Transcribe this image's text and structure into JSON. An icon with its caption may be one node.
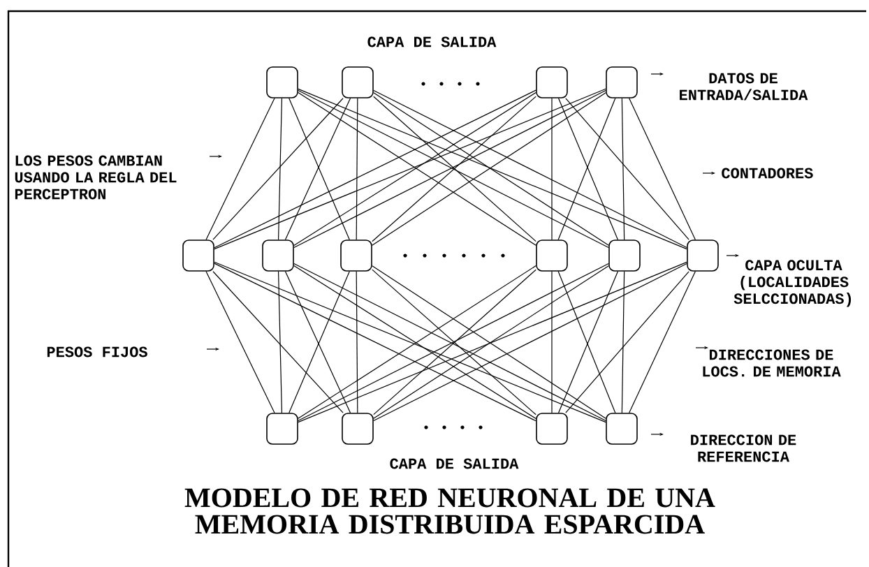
{
  "diagram": {
    "title": "MODELO DE RED NEURONAL DE UNA MEMORIA DISTRIBUIDA ESPARCIDA",
    "nodes": [
      {
        "text": [],
        "shape": "box"
      },
      {
        "text": [],
        "shape": "box"
      },
      {
        "text": [],
        "shape": "box"
      },
      {
        "text": [],
        "shape": "box"
      },
      {
        "text": [],
        "shape": "box"
      },
      {
        "text": [],
        "shape": "box"
      },
      {
        "text": [],
        "shape": "box"
      },
      {
        "text": [],
        "shape": "box"
      },
      {
        "text": [],
        "shape": "box"
      },
      {
        "text": [],
        "shape": "box"
      },
      {
        "text": [],
        "shape": "box"
      },
      {
        "text": [],
        "shape": "box"
      },
      {
        "text": [],
        "shape": "box"
      },
      {
        "text": [],
        "shape": "box"
      }
    ],
    "edges": [
      {
        "from": 0,
        "to": 4,
        "arrow": "none"
      },
      {
        "from": 0,
        "to": 5,
        "arrow": "none"
      },
      {
        "from": 0,
        "to": 6,
        "arrow": "none"
      },
      {
        "from": 0,
        "to": 7,
        "arrow": "none"
      },
      {
        "from": 0,
        "to": 8,
        "arrow": "none"
      },
      {
        "from": 0,
        "to": 9,
        "arrow": "none"
      },
      {
        "from": 1,
        "to": 4,
        "arrow": "none"
      },
      {
        "from": 1,
        "to": 5,
        "arrow": "none"
      },
      {
        "from": 1,
        "to": 6,
        "arrow": "none"
      },
      {
        "from": 1,
        "to": 7,
        "arrow": "none"
      },
      {
        "from": 1,
        "to": 8,
        "arrow": "none"
      },
      {
        "from": 1,
        "to": 9,
        "arrow": "none"
      },
      {
        "from": 2,
        "to": 4,
        "arrow": "none"
      },
      {
        "from": 2,
        "to": 5,
        "arrow": "none"
      },
      {
        "from": 2,
        "to": 6,
        "arrow": "none"
      },
      {
        "from": 2,
        "to": 7,
        "arrow": "none"
      },
      {
        "from": 2,
        "to": 8,
        "arrow": "none"
      },
      {
        "from": 2,
        "to": 9,
        "arrow": "none"
      },
      {
        "from": 3,
        "to": 4,
        "arrow": "none"
      },
      {
        "from": 3,
        "to": 5,
        "arrow": "none"
      },
      {
        "from": 3,
        "to": 6,
        "arrow": "none"
      },
      {
        "from": 3,
        "to": 7,
        "arrow": "none"
      },
      {
        "from": 3,
        "to": 8,
        "arrow": "none"
      },
      {
        "from": 3,
        "to": 9,
        "arrow": "none"
      },
      {
        "from": 4,
        "to": 10,
        "arrow": "none"
      },
      {
        "from": 4,
        "to": 11,
        "arrow": "none"
      },
      {
        "from": 4,
        "to": 12,
        "arrow": "none"
      },
      {
        "from": 4,
        "to": 13,
        "arrow": "none"
      },
      {
        "from": 5,
        "to": 10,
        "arrow": "none"
      },
      {
        "from": 5,
        "to": 11,
        "arrow": "none"
      },
      {
        "from": 5,
        "to": 12,
        "arrow": "none"
      },
      {
        "from": 5,
        "to": 13,
        "arrow": "none"
      },
      {
        "from": 6,
        "to": 10,
        "arrow": "none"
      },
      {
        "from": 6,
        "to": 11,
        "arrow": "none"
      },
      {
        "from": 6,
        "to": 12,
        "arrow": "none"
      },
      {
        "from": 6,
        "to": 13,
        "arrow": "none"
      },
      {
        "from": 7,
        "to": 10,
        "arrow": "none"
      },
      {
        "from": 7,
        "to": 11,
        "arrow": "none"
      },
      {
        "from": 7,
        "to": 12,
        "arrow": "none"
      },
      {
        "from": 7,
        "to": 13,
        "arrow": "none"
      },
      {
        "from": 8,
        "to": 10,
        "arrow": "none"
      },
      {
        "from": 8,
        "to": 11,
        "arrow": "none"
      },
      {
        "from": 8,
        "to": 12,
        "arrow": "none"
      },
      {
        "from": 8,
        "to": 13,
        "arrow": "none"
      },
      {
        "from": 9,
        "to": 10,
        "arrow": "none"
      },
      {
        "from": 9,
        "to": 11,
        "arrow": "none"
      },
      {
        "from": 9,
        "to": 12,
        "arrow": "none"
      },
      {
        "from": 9,
        "to": 13,
        "arrow": "none"
      }
    ],
    "labels": [
      "CAPA DE SALIDA",
      "DATOS DE ENTRADA/SALIDA",
      "LOS PESOS CAMBIAN USANDO LA REGLA DEL PERCEPTRON",
      "CONTADORES",
      "CAPA OCULTA (LOCALIDADES SELCCIONADAS)",
      "PESOS FIJOS",
      "DIRECCIONES DE LOCS. DE MEMORIA",
      "DIRECCION DE REFERENCIA",
      "CAPA DE SALIDA"
    ]
  }
}
